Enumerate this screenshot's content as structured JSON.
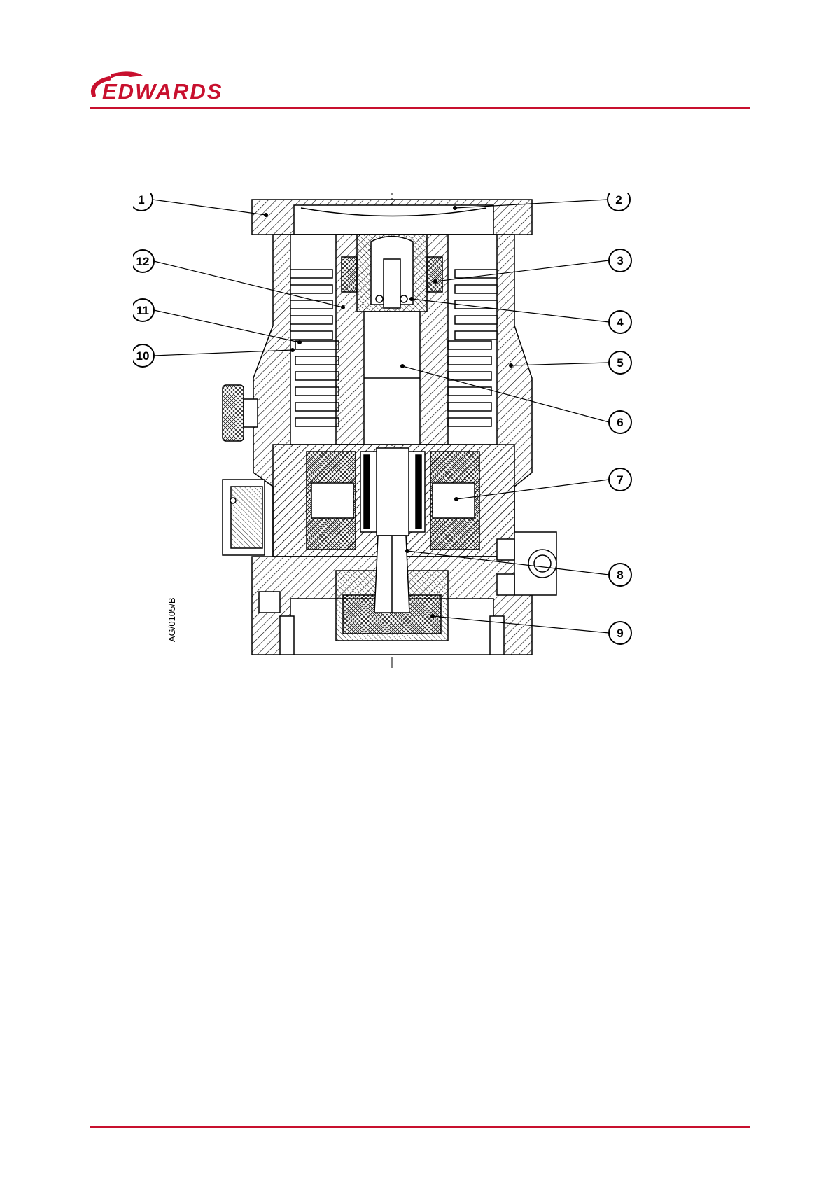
{
  "header": {
    "brand": "EDWARDS",
    "brand_color": "#c8102e"
  },
  "figure": {
    "ref_code": "AG/0105/B",
    "callouts": [
      {
        "label": "1"
      },
      {
        "label": "2"
      },
      {
        "label": "3"
      },
      {
        "label": "4"
      },
      {
        "label": "5"
      },
      {
        "label": "6"
      },
      {
        "label": "7"
      },
      {
        "label": "8"
      },
      {
        "label": "9"
      },
      {
        "label": "10"
      },
      {
        "label": "11"
      },
      {
        "label": "12"
      }
    ]
  }
}
